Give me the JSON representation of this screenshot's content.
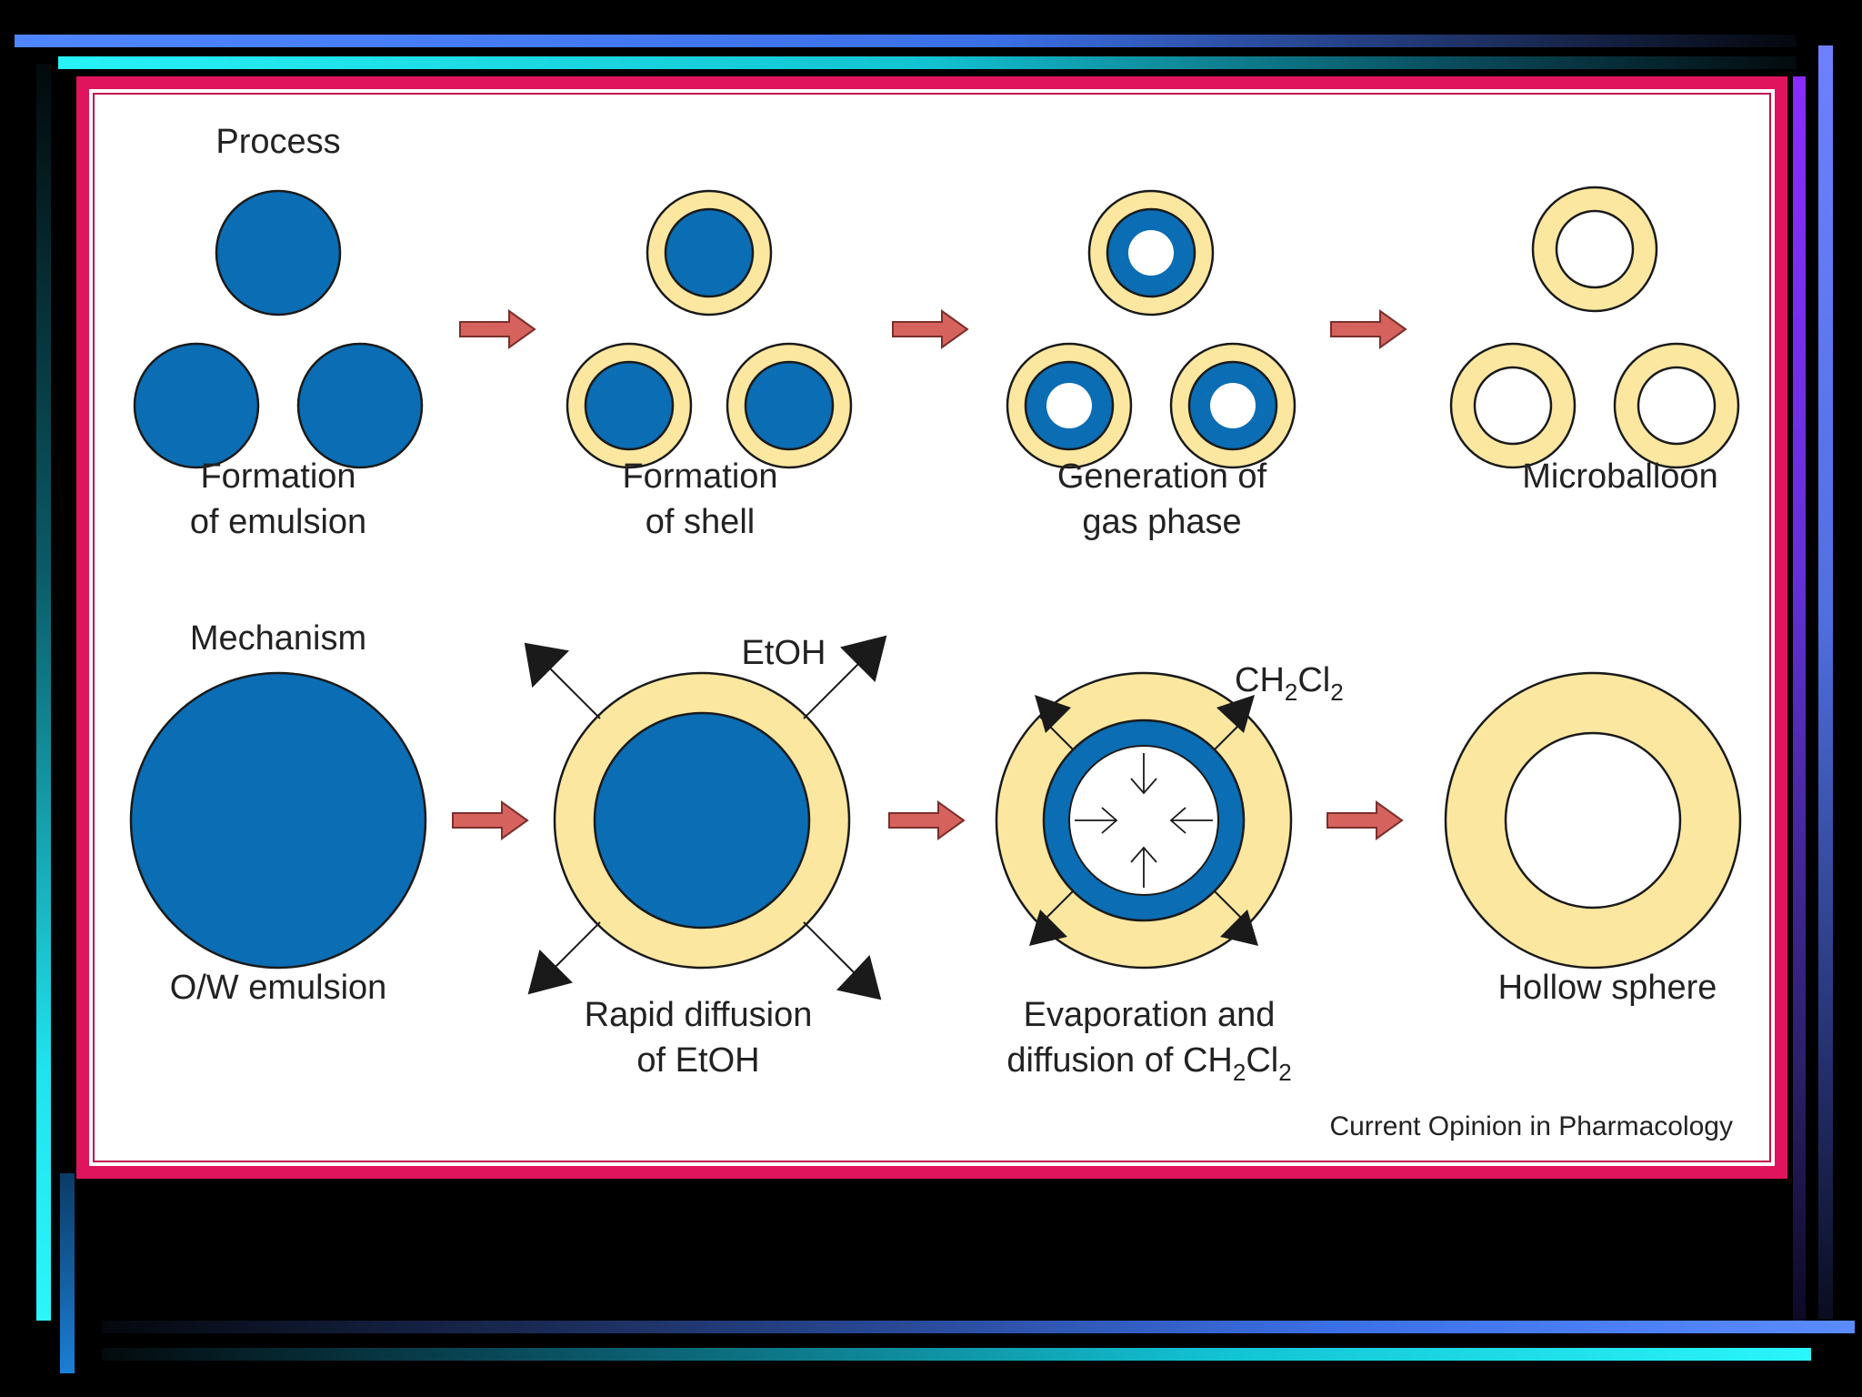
{
  "colors": {
    "core_blue": "#0b6db3",
    "shell_yellow": "#fbe7a0",
    "arrow_red": "#d6625e",
    "frame_pink": "#e0145c",
    "outline": "#1a1a1a"
  },
  "process": {
    "section_label": "Process",
    "steps": [
      {
        "line1": "Formation",
        "line2": "of emulsion"
      },
      {
        "line1": "Formation",
        "line2": "of shell"
      },
      {
        "line1": "Generation of",
        "line2": "gas phase"
      },
      {
        "line1": "Microballoon",
        "line2": ""
      }
    ]
  },
  "mechanism": {
    "section_label": "Mechanism",
    "steps": [
      {
        "line1": "O/W emulsion",
        "line2": ""
      },
      {
        "line1": "Rapid diffusion",
        "line2": "of EtOH"
      },
      {
        "line1": "Evaporation and",
        "line2_prefix": "diffusion of CH",
        "sub1": "2",
        "mid": "Cl",
        "sub2": "2"
      },
      {
        "line1": "Hollow sphere",
        "line2": ""
      }
    ],
    "etoh_label": "EtOH",
    "ch2cl2_label": {
      "a": "CH",
      "sub1": "2",
      "b": "Cl",
      "sub2": "2"
    }
  },
  "credit": "Current Opinion in Pharmacology"
}
